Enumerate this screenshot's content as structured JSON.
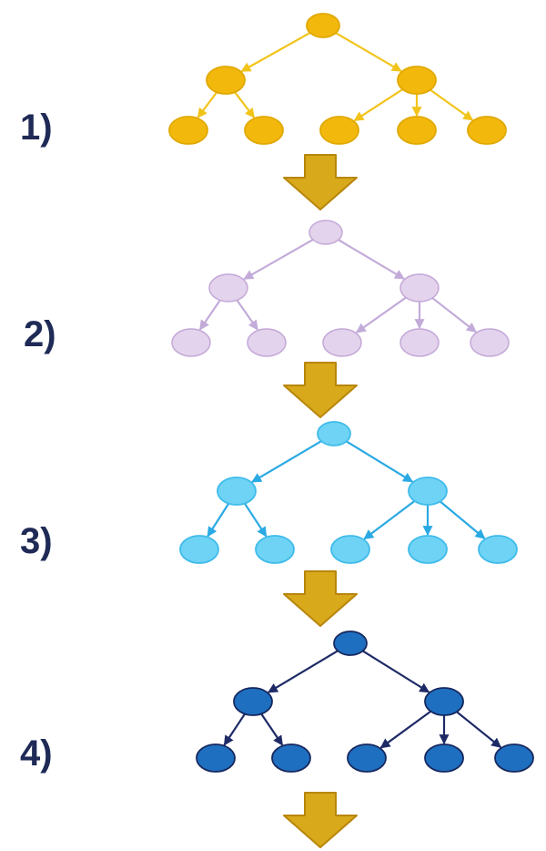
{
  "steps": [
    {
      "label": "1)",
      "color": "#f2b90c",
      "stroke": "#e0a800",
      "edge": "#f2c41a",
      "style": "solid"
    },
    {
      "label": "2)",
      "color": "#e3d3ec",
      "stroke": "#c4a8d8",
      "edge": "#c3abd9",
      "style": "pastel"
    },
    {
      "label": "3)",
      "color": "#6fd3f5",
      "stroke": "#3fbbea",
      "edge": "#2aa9e3",
      "style": "solid"
    },
    {
      "label": "4)",
      "color": "#1f6fc0",
      "stroke": "#16285e",
      "edge": "#1d2a66",
      "style": "solid"
    }
  ],
  "tree": {
    "root": "r",
    "children": {
      "r": [
        "a",
        "b"
      ],
      "a": [
        "a1",
        "a2"
      ],
      "b": [
        "b1",
        "b2",
        "b3"
      ]
    }
  },
  "arrow": {
    "fill": "#d7a91b",
    "stroke": "#b8860b",
    "icon": "down-arrow-icon"
  }
}
